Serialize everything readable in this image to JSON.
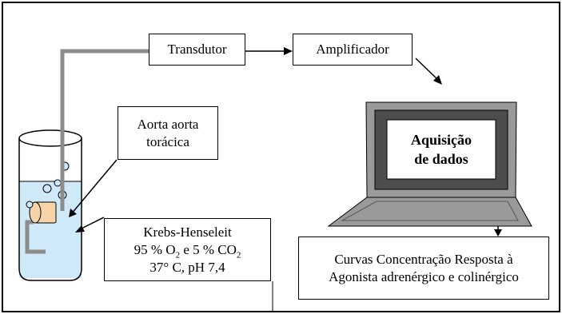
{
  "transducer": {
    "label": "Transdutor"
  },
  "amplifier": {
    "label": "Amplificador"
  },
  "aorta": {
    "line1": "Aorta aorta",
    "line2": "torácica"
  },
  "acquisition": {
    "line1": "Aquisição",
    "line2": "de dados"
  },
  "krebs": {
    "line1": "Krebs-Henseleit",
    "line2_a": "95 % O",
    "line2_sub1": "2",
    "line2_b": " e 5 % CO",
    "line2_sub2": "2",
    "line3": "37° C, pH 7,4"
  },
  "curves": {
    "line1": "Curvas Concentração Resposta à",
    "line2": "Agonista adrenérgico e colinérgico"
  },
  "colors": {
    "tube": "#8c8c8c",
    "liquid": "#cfe9f8",
    "tissue": "#f6d3a8",
    "laptop_body": "#9a9a9a",
    "laptop_screen_frame": "#4d4d4d"
  }
}
